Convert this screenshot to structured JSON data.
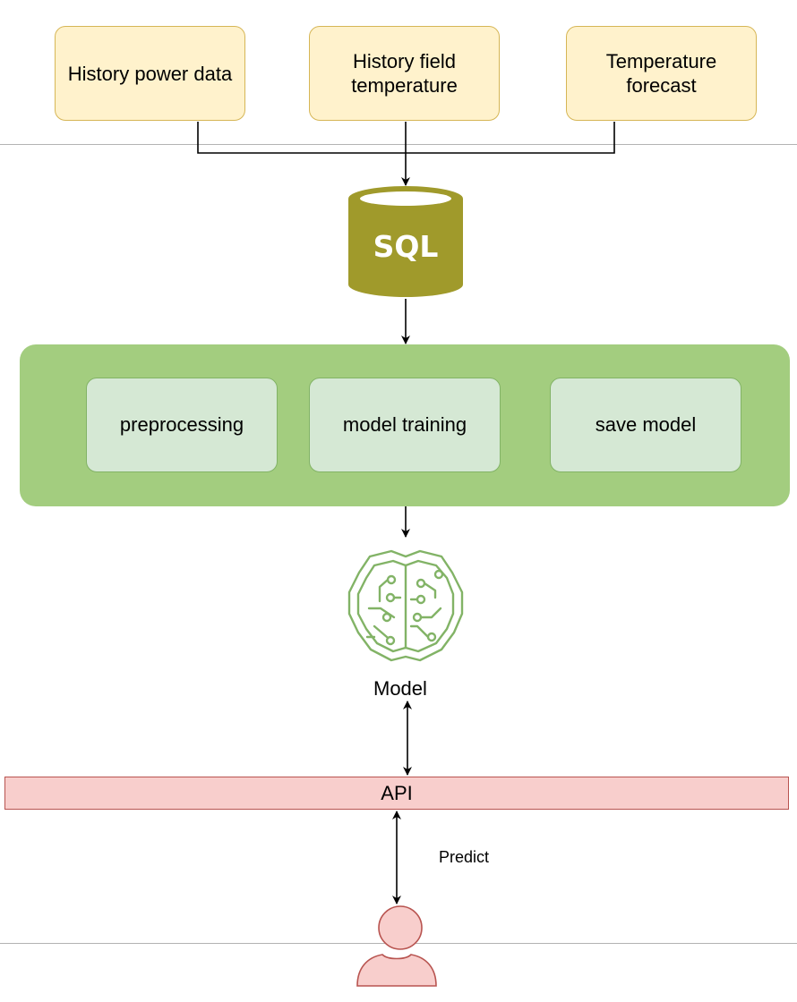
{
  "sources": [
    {
      "label": "History power data"
    },
    {
      "label": "History field\ntemperature"
    },
    {
      "label": "Temperature\n forecast"
    }
  ],
  "database": {
    "label": "SQL"
  },
  "pipeline": {
    "steps": [
      {
        "label": "preprocessing"
      },
      {
        "label": "model training"
      },
      {
        "label": "save model"
      }
    ]
  },
  "model": {
    "label": "Model",
    "icon": "ai-brain-circuit-icon"
  },
  "api": {
    "label": "API"
  },
  "user": {
    "edge_label": "Predict",
    "icon": "user-icon"
  },
  "colors": {
    "source_fill": "#fff2cc",
    "source_stroke": "#d6b656",
    "db_fill": "#a09a2b",
    "db_top": "#ffffff",
    "pipeline_fill": "#a3cd7f",
    "step_fill": "#d5e8d4",
    "step_stroke": "#82b366",
    "api_fill": "#f8cecc",
    "api_stroke": "#b85450",
    "user_fill": "#f8cecc",
    "user_stroke": "#b85450",
    "icon_stroke": "#82b366"
  }
}
